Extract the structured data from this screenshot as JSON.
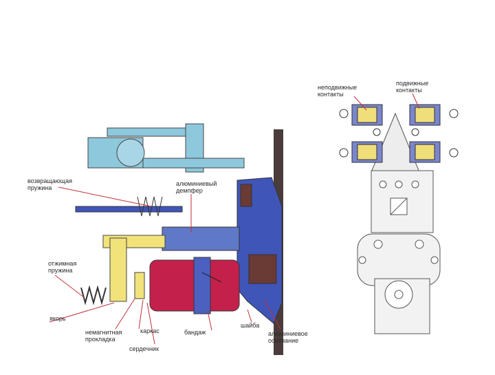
{
  "labels": {
    "fixed_contacts": "неподвижные\nконтакты",
    "moving_contacts": "подвижные\nконтакты",
    "return_spring": "возвращающая\nпружина",
    "aluminum_damper": "алюминиевый\nдемпфер",
    "push_spring": "отжимная\nпружина",
    "armature": "якорь",
    "nonmagnetic_gasket": "немагнитная\nпрокладка",
    "frame": "каркас",
    "core": "сердечник",
    "bandage": "бандаж",
    "washer": "шайба",
    "aluminum_base": "алюминиевое\nоснование"
  },
  "colors": {
    "light_blue": "#8ec8dc",
    "dark_blue": "#3f55b8",
    "mid_blue": "#5f78c8",
    "yellow": "#f2e27a",
    "red": "#c4204c",
    "brown": "#6a3a34",
    "dark_plate": "#4a3c3c",
    "outline": "#444444",
    "leader": "#c0303a"
  }
}
